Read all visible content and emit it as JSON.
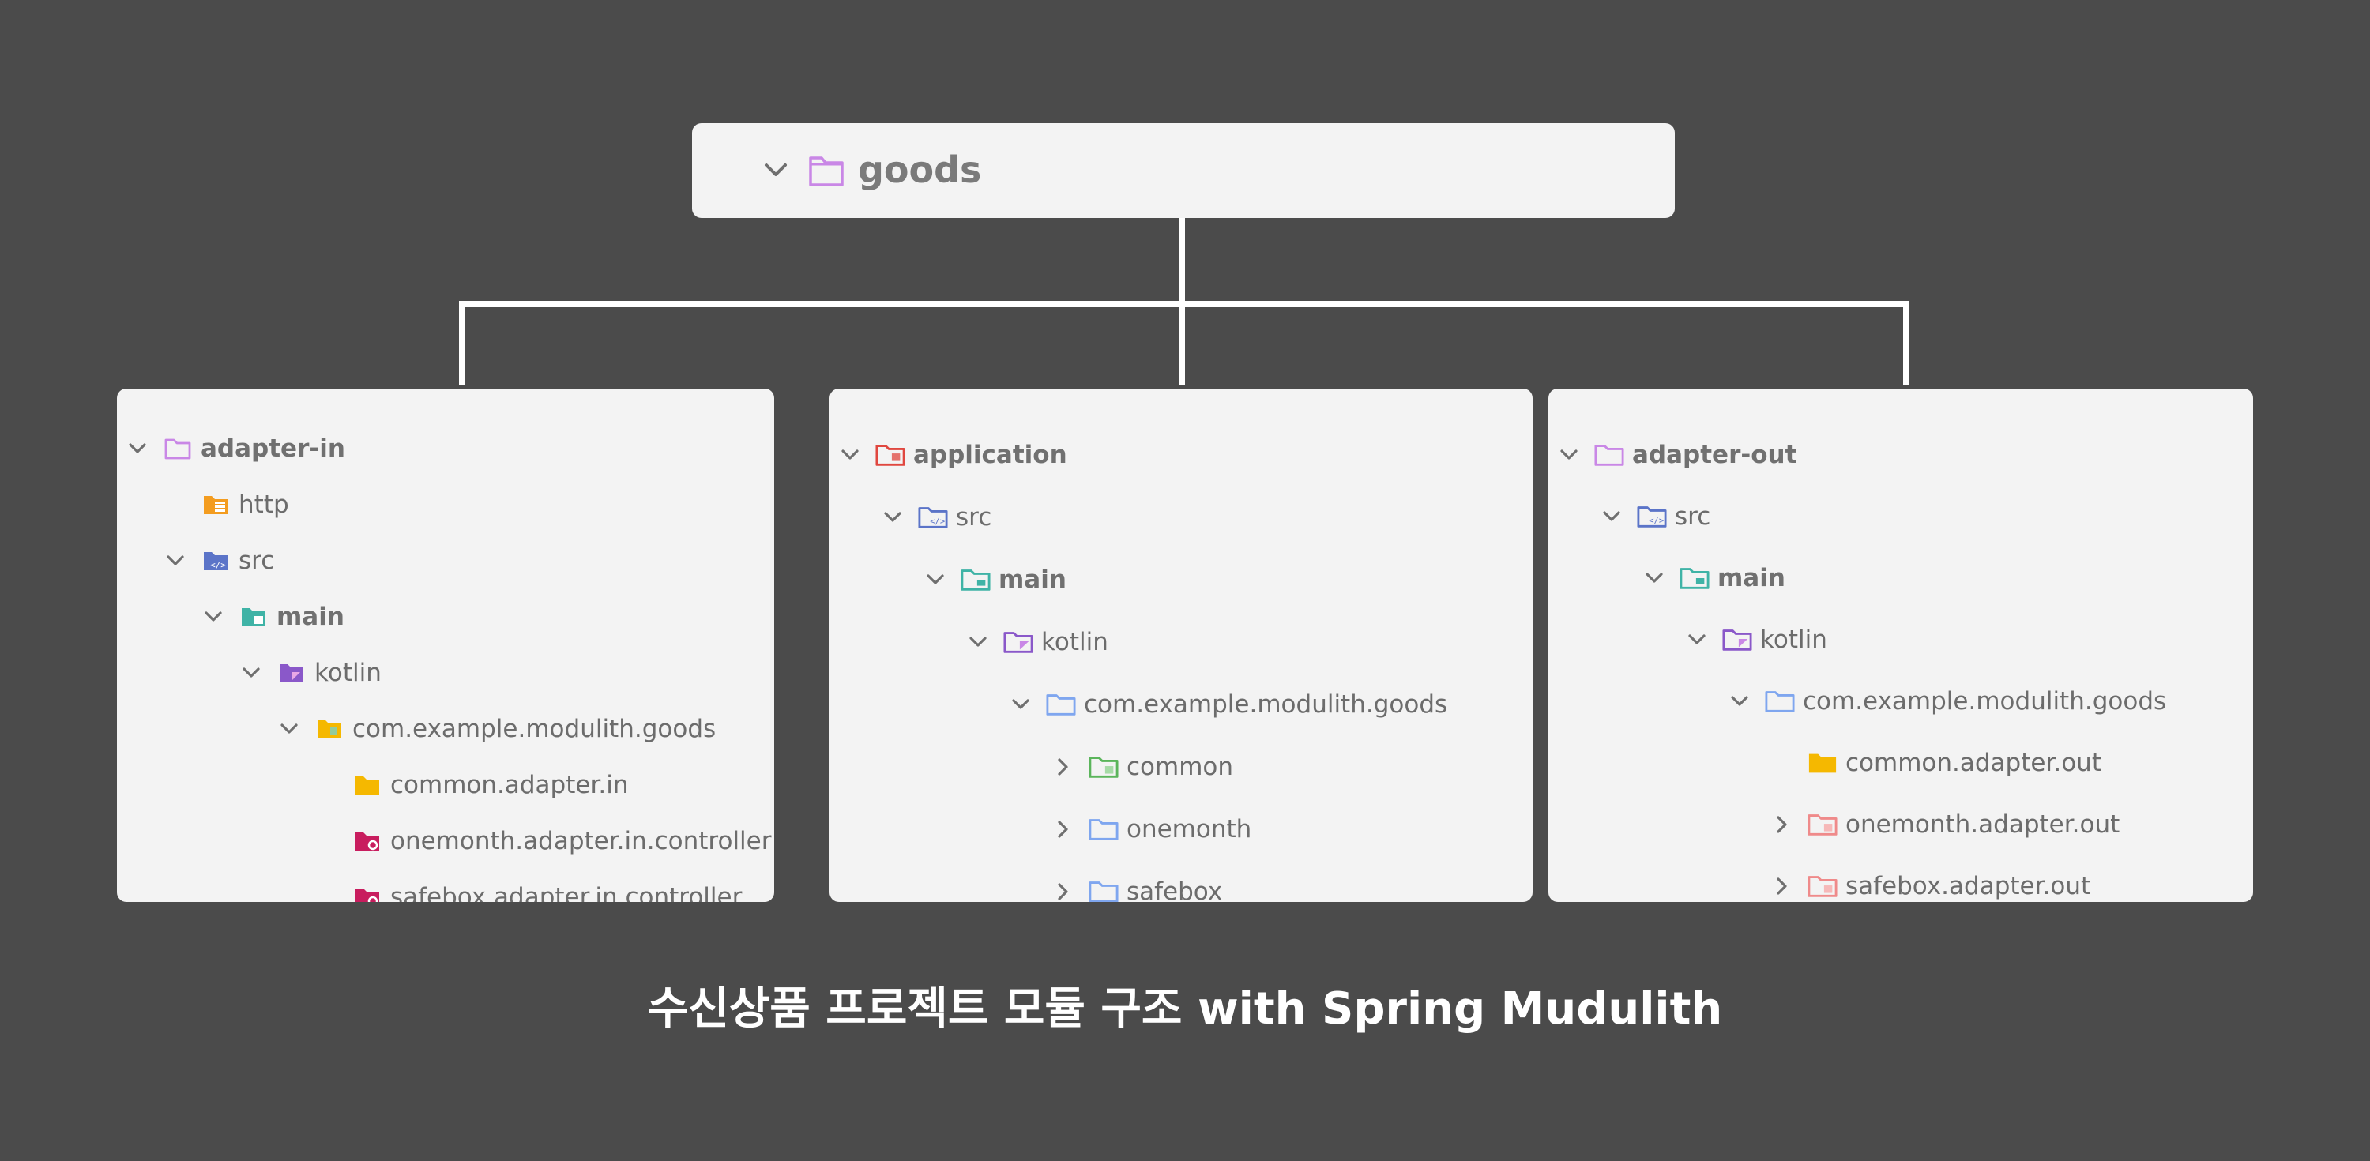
{
  "root": {
    "label": "goods",
    "folder_color": "#c987e6"
  },
  "panels": {
    "adapter_in": {
      "title": "adapter-in",
      "items": [
        {
          "label": "http"
        },
        {
          "label": "src"
        },
        {
          "label": "main"
        },
        {
          "label": "kotlin"
        },
        {
          "label": "com.example.modulith.goods"
        },
        {
          "label": "common.adapter.in"
        },
        {
          "label": "onemonth.adapter.in.controller"
        },
        {
          "label": "safebox.adapter.in.controller"
        }
      ]
    },
    "application": {
      "title": "application",
      "items": [
        {
          "label": "src"
        },
        {
          "label": "main"
        },
        {
          "label": "kotlin"
        },
        {
          "label": "com.example.modulith.goods"
        },
        {
          "label": "common"
        },
        {
          "label": "onemonth"
        },
        {
          "label": "safebox"
        }
      ]
    },
    "adapter_out": {
      "title": "adapter-out",
      "items": [
        {
          "label": "src"
        },
        {
          "label": "main"
        },
        {
          "label": "kotlin"
        },
        {
          "label": "com.example.modulith.goods"
        },
        {
          "label": "common.adapter.out"
        },
        {
          "label": "onemonth.adapter.out"
        },
        {
          "label": "safebox.adapter.out"
        }
      ]
    }
  },
  "icons": {
    "chevron-down-icon": "expanded",
    "chevron-right-icon": "collapsed",
    "folder-icon": "directory"
  },
  "colors": {
    "background": "#4b4b4b",
    "panel": "#f3f3f3",
    "connector": "#ffffff",
    "text": "#6c6c6c",
    "module_folder": "#c987e6",
    "resource_folder": "#f39c1f",
    "source_folder": "#5b74c8",
    "main_folder": "#3fb3a6",
    "kotlin_folder": "#8a58c9",
    "package_folder_yellow": "#f5b800",
    "package_folder_red": "#c81d5e",
    "package_folder_blue": "#7fa6ef",
    "package_folder_green": "#5bb55b",
    "package_folder_pink": "#ef8a8a",
    "application_folder": "#e0473f"
  },
  "caption": "수신상품 프로젝트 모듈 구조 with Spring Mudulith"
}
